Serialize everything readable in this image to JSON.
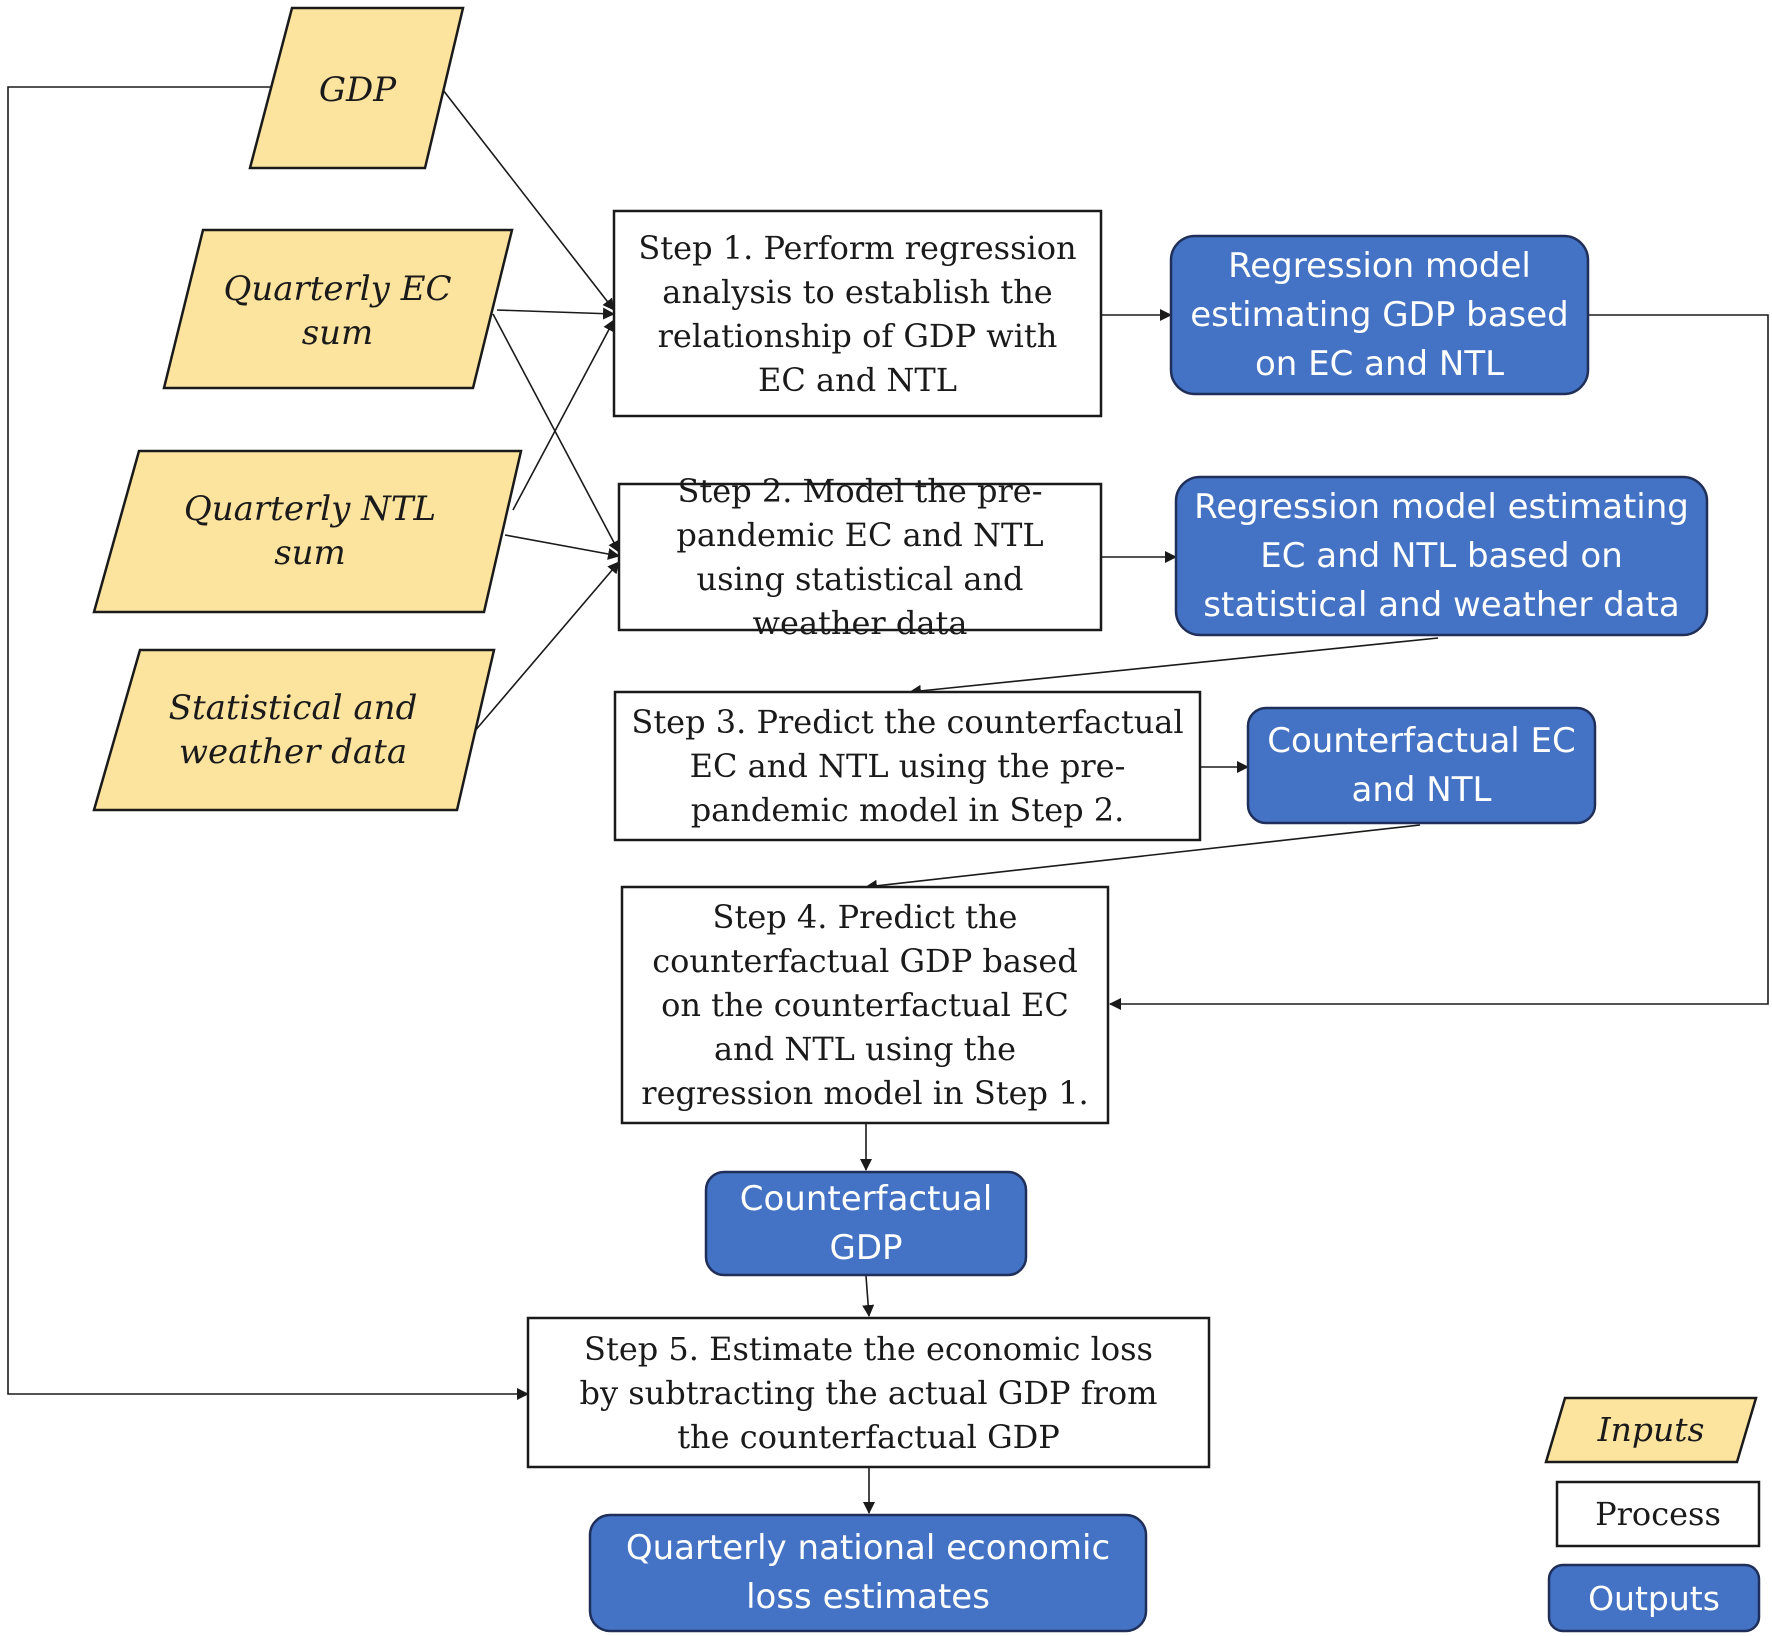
{
  "inputs": {
    "gdp": "GDP",
    "quarterly_ec_sum": "Quarterly EC sum",
    "quarterly_ntl_sum": "Quarterly NTL sum",
    "statistical_weather": "Statistical and weather data"
  },
  "steps": {
    "step1": "Step 1. Perform regression analysis to establish the relationship of GDP with EC and NTL",
    "step2": "Step 2. Model the pre-pandemic EC and NTL using statistical and weather data",
    "step3": "Step 3. Predict the counterfactual EC and NTL using the pre-pandemic model in Step 2.",
    "step4": "Step 4. Predict the counterfactual GDP based on the counterfactual EC and NTL using the regression model in Step 1.",
    "step5": "Step 5. Estimate the economic loss by subtracting the actual GDP from the counterfactual GDP"
  },
  "outputs": {
    "regression_gdp": "Regression model estimating GDP based on EC and NTL",
    "regression_ec_ntl": "Regression model estimating EC and NTL based on statistical and weather data",
    "counterfactual_ec_ntl": "Counterfactual EC and NTL",
    "counterfactual_gdp": "Counterfactual GDP",
    "loss_estimates": "Quarterly national economic loss estimates"
  },
  "legend": {
    "inputs": "Inputs",
    "process": "Process",
    "outputs": "Outputs"
  },
  "colors": {
    "input_fill": "#fce49f",
    "output_fill": "#4472c4",
    "process_fill": "#ffffff"
  }
}
